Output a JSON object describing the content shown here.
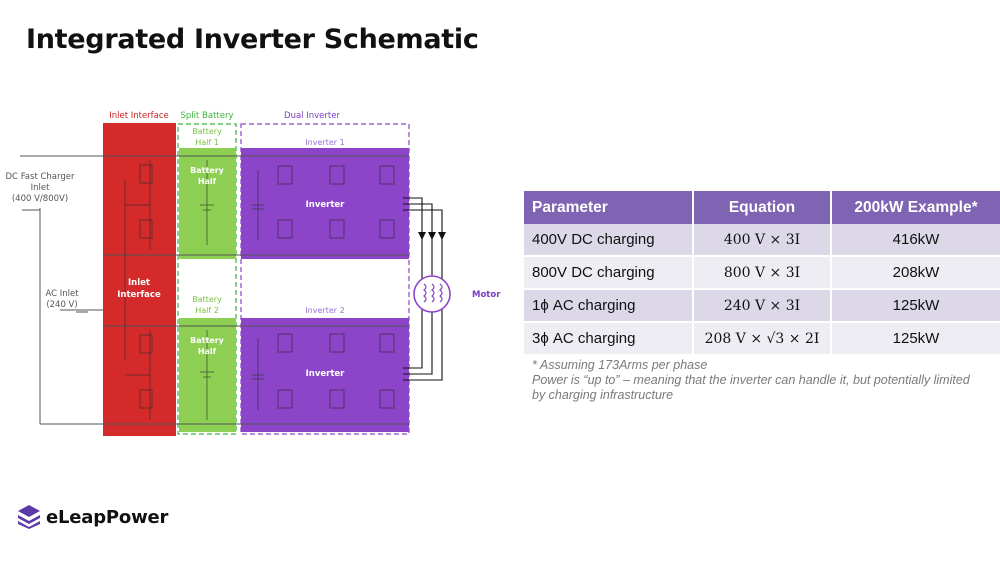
{
  "slide": {
    "title": "Integrated Inverter Schematic"
  },
  "diagram": {
    "section_labels": {
      "inlet": "Inlet Interface",
      "split": "Split Battery",
      "dual": "Dual Inverter"
    },
    "inlet_block": "Inlet Interface",
    "battery_half_top": "Battery Half 1",
    "battery_half_bottom": "Battery Half 2",
    "battery_label": "Battery Half",
    "inverter_1": "Inverter 1",
    "inverter_2": "Inverter 2",
    "inverter_label": "Inverter",
    "dc_fast_charger": [
      "DC Fast Charger",
      "Inlet",
      "(400 V/800V)"
    ],
    "ac_inlet": [
      "AC Inlet",
      "(240 V)"
    ],
    "motor": "Motor",
    "colors": {
      "inlet": "#d42a2a",
      "battery": "#8ccf52",
      "inverter": "#8c45c8",
      "section_inlet": "#cc1f1f",
      "section_split": "#3cb43c",
      "section_dual": "#7a3cc0"
    }
  },
  "table": {
    "headers": [
      "Parameter",
      "Equation",
      "200kW Example*"
    ],
    "rows": [
      {
        "parameter": "400V DC charging",
        "equation": "400 V × 3I",
        "example": "416kW"
      },
      {
        "parameter": "800V DC charging",
        "equation": "800 V × 3I",
        "example": "208kW"
      },
      {
        "parameter": "1ϕ AC charging",
        "equation": "240 V × 3I",
        "example": "125kW"
      },
      {
        "parameter": "3ϕ AC charging",
        "equation": "208 V × √3 × 2I",
        "example": "125kW"
      }
    ],
    "header_color": "#8064b4"
  },
  "notes": {
    "line1": "* Assuming 173Arms per phase",
    "line2": "Power is “up to” – meaning that the inverter can handle it, but potentially limited by charging infrastructure"
  },
  "logo": {
    "text": "eLeapPower",
    "icon": "eleap-logo-icon"
  }
}
